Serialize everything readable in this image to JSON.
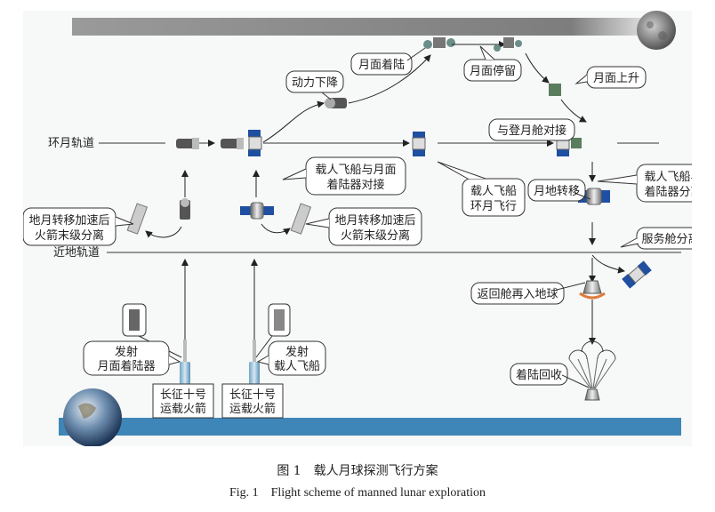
{
  "orbits": {
    "lunar_orbit": "环月轨道",
    "leo": "近地轨道"
  },
  "callouts": {
    "powered_descent": "动力下降",
    "lunar_landing": "月面着陆",
    "lunar_stay": "月面停留",
    "lunar_ascent": "月面上升",
    "dock_lander": "与登月舱对接",
    "ship_lander_dock_1": "载人飞船与月面",
    "ship_lander_dock_2": "着陆器对接",
    "ship_orbit_1": "载人飞船",
    "ship_orbit_2": "环月飞行",
    "tei": "月地转移",
    "ship_lander_sep_1": "载人飞船与",
    "ship_lander_sep_2": "着陆器分离",
    "stage_sep_left_1": "地月转移加速后",
    "stage_sep_left_2": "火箭末级分离",
    "stage_sep_right_1": "地月转移加速后",
    "stage_sep_right_2": "火箭末级分离",
    "sm_sep": "服务舱分离",
    "reentry": "返回舱再入地球",
    "recovery": "着陆回收",
    "launch_lander_1": "发射",
    "launch_lander_2": "月面着陆器",
    "launch_ship_1": "发射",
    "launch_ship_2": "载人飞船",
    "rocket_left_1": "长征十号",
    "rocket_left_2": "运载火箭",
    "rocket_right_1": "长征十号",
    "rocket_right_2": "运载火箭"
  },
  "caption": {
    "cn": "图 1　载人月球探测飞行方案",
    "en": "Fig. 1　Flight scheme of manned lunar exploration"
  },
  "colors": {
    "earth_band": "#3f86b8",
    "moon_band": "#8a8a8a",
    "solar_panel": "#1f4fa0"
  }
}
